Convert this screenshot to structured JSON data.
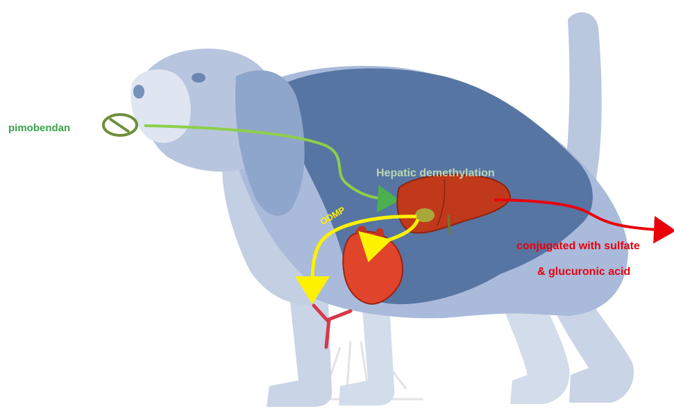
{
  "labels": {
    "drug": "pimobendan",
    "metabolism": "Hepatic demethylation",
    "metabolite": "ODMP",
    "conjugation_line1": "conjugated with sulfate",
    "conjugation_line2": "& glucuronic acid"
  },
  "colors": {
    "dog_light": "#c3cfe2",
    "dog_mid": "#a4b7d6",
    "dog_dark": "#5775a3",
    "drug_green": "#4caf50",
    "pill_green": "#6f8f3a",
    "liver": "#c0391b",
    "heart": "#e0442a",
    "metabolite_yellow": "#fff200",
    "excretion_red": "#e8000b",
    "hepatic_text": "#b9d7b0"
  },
  "icons": {
    "pill": "pill-icon",
    "liver": "liver-icon",
    "heart": "heart-icon",
    "vessel": "blood-vessel-icon",
    "dog": "dog-silhouette"
  }
}
